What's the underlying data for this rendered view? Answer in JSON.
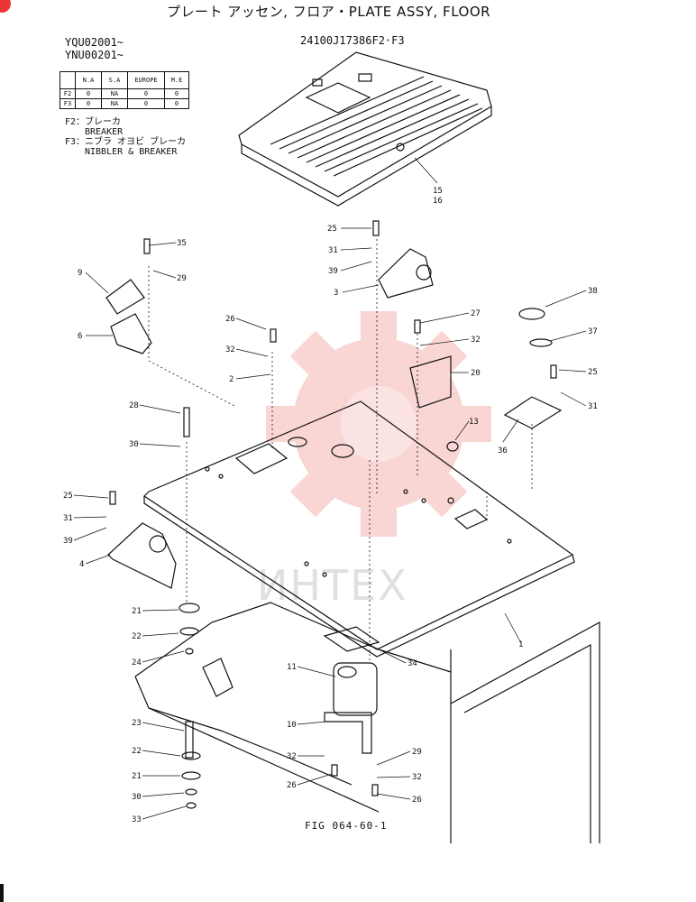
{
  "header": {
    "title": "プレート アッセン, フロア・PLATE ASSY, FLOOR",
    "serial_1": "YQU02001~",
    "serial_2": "YNU00201~",
    "assembly_number": "24100J17386F2·F3"
  },
  "availability_table": {
    "columns": [
      "",
      "N.A",
      "S.A",
      "EUROPE",
      "M.E"
    ],
    "rows": [
      {
        "label": "F2",
        "cells": [
          "0",
          "NA",
          "0",
          "0"
        ]
      },
      {
        "label": "F3",
        "cells": [
          "0",
          "NA",
          "0",
          "0"
        ]
      }
    ]
  },
  "notes": {
    "f2_code": "F2：ブレーカ",
    "f2_text": "BREAKER",
    "f3_code": "F3：ニブラ オヨビ ブレーカ",
    "f3_text": "NIBBLER & BREAKER"
  },
  "callouts": [
    "15",
    "16",
    "25",
    "31",
    "39",
    "3",
    "35",
    "29",
    "9",
    "6",
    "26",
    "32",
    "2",
    "27",
    "32",
    "20",
    "38",
    "37",
    "25",
    "31",
    "36",
    "13",
    "28",
    "30",
    "25",
    "31",
    "39",
    "4",
    "21",
    "22",
    "24",
    "23",
    "22",
    "21",
    "30",
    "33",
    "11",
    "10",
    "34",
    "1",
    "32",
    "26",
    "29",
    "32",
    "26"
  ],
  "watermark": "ИНТЕХ",
  "figure_label": "FIG 064-60-1",
  "colors": {
    "ink": "#111111",
    "watermark_red": "#e8463f",
    "watermark_grey": "#bbbbbb"
  }
}
